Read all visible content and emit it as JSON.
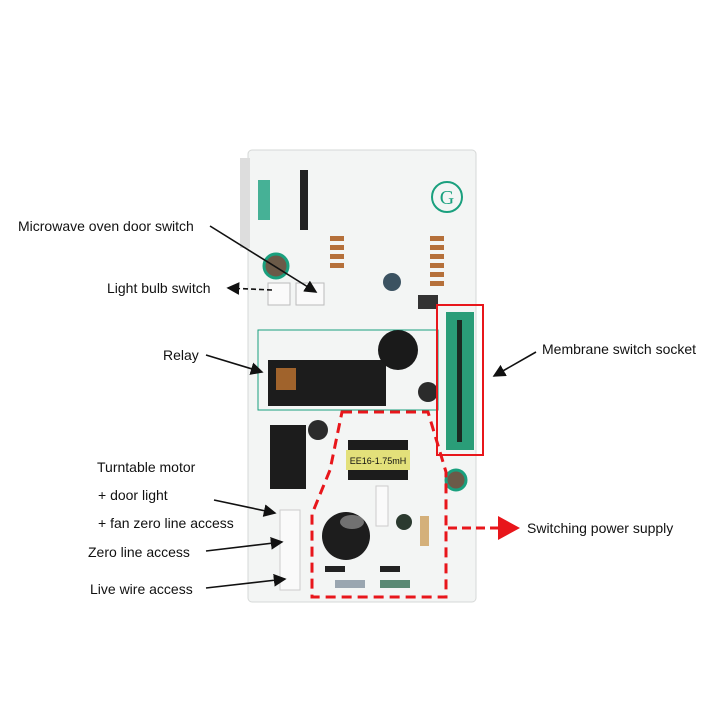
{
  "labels": {
    "door_switch": "Microwave oven door switch",
    "light_bulb_switch": "Light bulb switch",
    "relay": "Relay",
    "membrane_socket": "Membrane switch socket",
    "turntable_line1": "Turntable motor",
    "turntable_line2": "+ door light",
    "turntable_line3": "+ fan zero line access",
    "zero_line": "Zero line access",
    "live_wire": "Live wire access",
    "switching_power": "Switching power supply"
  },
  "board": {
    "inductor_marking": "EE16-1.75mH",
    "logo_letter": "G"
  },
  "colors": {
    "board": "#f4f6f5",
    "silkscreen": "#1aa07e",
    "highlight": "#e8161b",
    "socket": "#2a9d78"
  }
}
